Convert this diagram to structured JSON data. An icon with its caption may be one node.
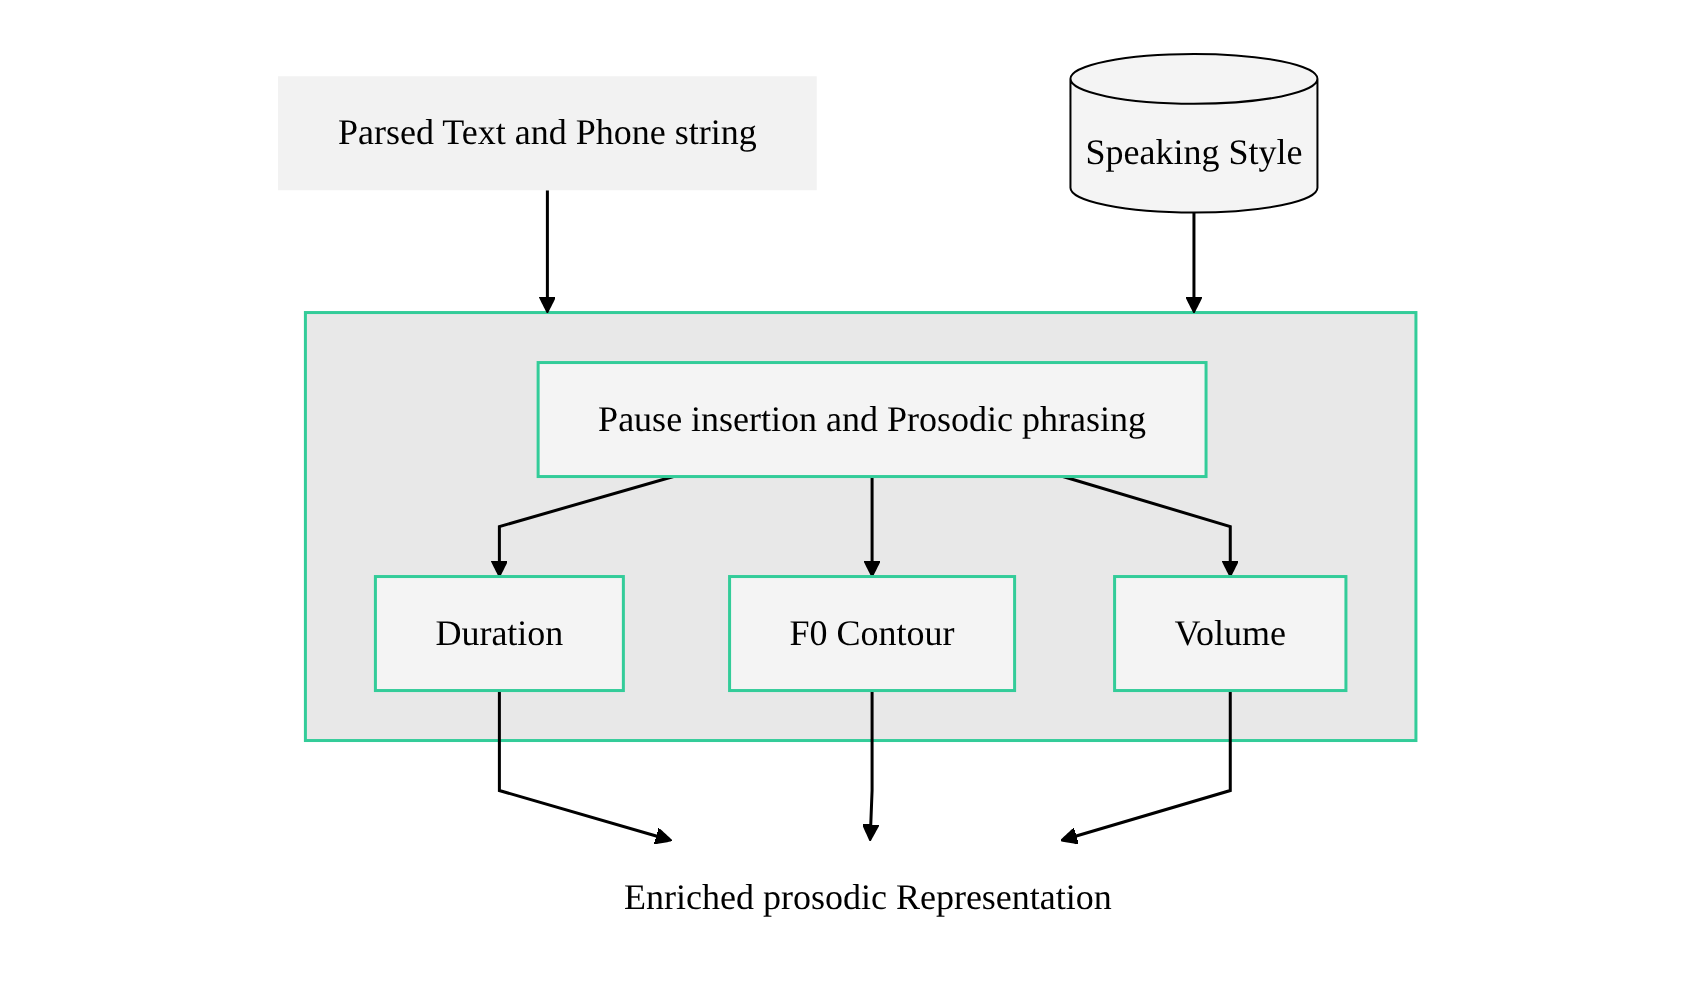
{
  "diagram": {
    "nodes": [
      {
        "text": [
          "Parsed Text and Phone string"
        ]
      },
      {
        "text": [],
        "shape": "box"
      },
      {
        "text": [
          "Pause insertion and Prosodic phrasing"
        ],
        "in": 1
      },
      {
        "text": [
          "Duration"
        ],
        "in": 1
      },
      {
        "text": [
          "F0 Contour"
        ],
        "in": 1
      },
      {
        "text": [
          "Volume"
        ],
        "in": 1
      },
      {
        "text": [
          "Speaking Style"
        ]
      },
      {
        "text": [
          "Enriched prosodic Representation"
        ]
      }
    ],
    "edges": [
      {
        "from": 0,
        "to": 1,
        "arrow": "to"
      },
      {
        "from": 6,
        "to": 1,
        "arrow": "to"
      },
      {
        "from": 2,
        "to": 3,
        "arrow": "to"
      },
      {
        "from": 2,
        "to": 4,
        "arrow": "to"
      },
      {
        "from": 2,
        "to": 5,
        "arrow": "to"
      },
      {
        "from": 3,
        "to": 7,
        "arrow": "to"
      },
      {
        "from": 4,
        "to": 7,
        "arrow": "to"
      },
      {
        "from": 5,
        "to": 7,
        "arrow": "to"
      }
    ]
  }
}
